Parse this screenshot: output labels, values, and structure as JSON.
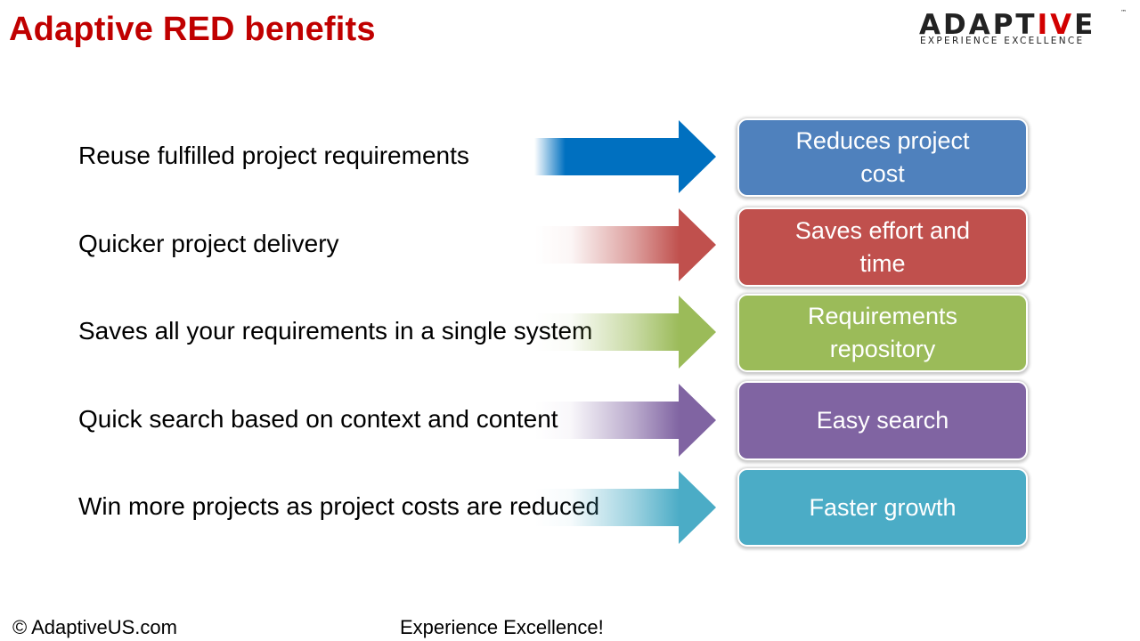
{
  "title": "Adaptive RED benefits",
  "logo": {
    "word_part1": "ADAPT",
    "word_part2": "IV",
    "word_part3": "E",
    "trademark": "™",
    "tagline": "EXPERIENCE EXCELLENCE"
  },
  "rows": [
    {
      "feature": "Reuse fulfilled project requirements",
      "benefit": "Reduces project cost",
      "color": "#4f81bd",
      "arrow_color": "#0070c0",
      "arrow_solid": true
    },
    {
      "feature": "Quicker project delivery",
      "benefit": "Saves effort and time",
      "color": "#c0504d",
      "arrow_color": "#c0504d",
      "arrow_solid": false
    },
    {
      "feature": "Saves all your requirements in a single system",
      "benefit": "Requirements repository",
      "color": "#9bbb59",
      "arrow_color": "#9bbb59",
      "arrow_solid": false
    },
    {
      "feature": "Quick search based on context and content",
      "benefit": "Easy search",
      "color": "#8064a2",
      "arrow_color": "#8064a2",
      "arrow_solid": false
    },
    {
      "feature": "Win more projects as project costs are reduced",
      "benefit": "Faster growth",
      "color": "#4bacc6",
      "arrow_color": "#4bacc6",
      "arrow_solid": false
    }
  ],
  "footer": {
    "copyright": "© AdaptiveUS.com",
    "slogan": "Experience Excellence!"
  }
}
